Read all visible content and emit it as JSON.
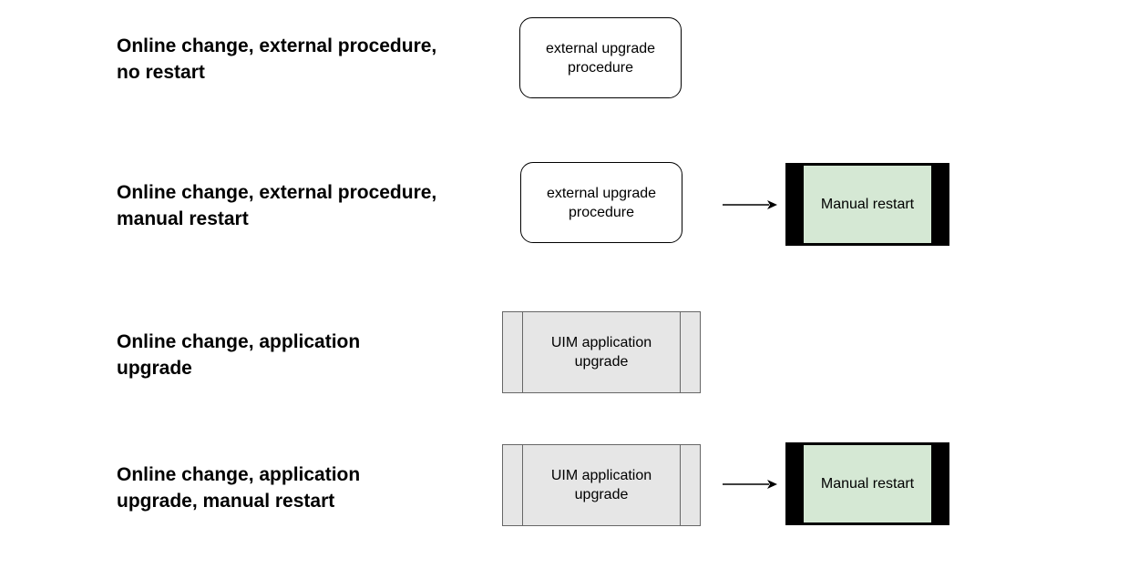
{
  "rows": [
    {
      "label": "Online change, external procedure,\nno restart",
      "step": "external  upgrade\nprocedure"
    },
    {
      "label": "Online change, external procedure,\nmanual restart",
      "step": "external  upgrade\nprocedure",
      "next": "Manual restart"
    },
    {
      "label": "Online change, application\nupgrade",
      "step": "UIM application\nupgrade"
    },
    {
      "label": "Online change, application\nupgrade, manual restart",
      "step": "UIM application\nupgrade",
      "next": "Manual restart"
    }
  ],
  "colors": {
    "restart_fill": "#d5e8d4",
    "restart_frame": "#000000",
    "uim_fill": "#e6e6e6",
    "uim_border": "#666666",
    "proc_border": "#000000"
  }
}
